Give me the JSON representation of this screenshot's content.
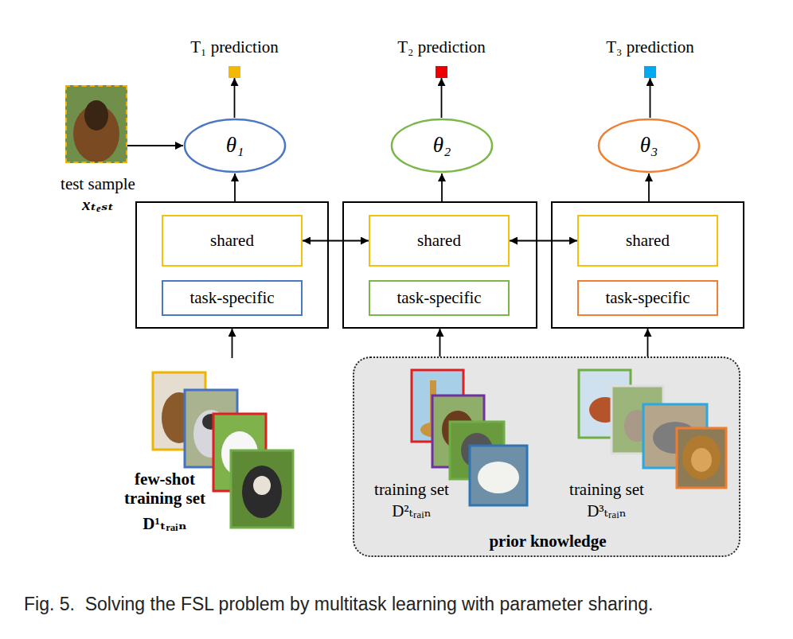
{
  "diagram": {
    "caption": "Fig. 5.  Solving the FSL problem by multitask learning with parameter sharing.",
    "nodes": [
      {
        "text": [
          "T₁ prediction"
        ]
      },
      {
        "text": [
          "T₂ prediction"
        ]
      },
      {
        "text": [
          "T₃ prediction"
        ]
      },
      {
        "text": [
          "test sample",
          "xₜₑₛₜ"
        ]
      },
      {
        "text": [
          "θ₁"
        ]
      },
      {
        "text": [
          "θ₂"
        ]
      },
      {
        "text": [
          "θ₃"
        ]
      },
      {
        "text": []
      },
      {
        "text": [
          "shared"
        ],
        "in": 7
      },
      {
        "text": [
          "task-specific"
        ],
        "in": 7
      },
      {
        "text": []
      },
      {
        "text": [
          "shared"
        ],
        "in": 10
      },
      {
        "text": [
          "task-specific"
        ],
        "in": 10
      },
      {
        "text": []
      },
      {
        "text": [
          "shared"
        ],
        "in": 13
      },
      {
        "text": [
          "task-specific"
        ],
        "in": 13
      },
      {
        "text": [
          "few-shot training set",
          "D¹ₜᵣₐᵢₙ"
        ]
      },
      {
        "text": [
          "prior knowledge"
        ]
      },
      {
        "text": [
          "training set",
          "D²ₜᵣₐᵢₙ"
        ],
        "in": 17
      },
      {
        "text": [
          "training set",
          "D³ₜᵣₐᵢₙ"
        ],
        "in": 17
      }
    ],
    "edges": [
      {
        "from": 7,
        "to": 4,
        "arrow": "to"
      },
      {
        "from": 10,
        "to": 5,
        "arrow": "to"
      },
      {
        "from": 13,
        "to": 6,
        "arrow": "to"
      },
      {
        "from": 4,
        "to": 0,
        "arrow": "to"
      },
      {
        "from": 5,
        "to": 1,
        "arrow": "to"
      },
      {
        "from": 6,
        "to": 2,
        "arrow": "to"
      },
      {
        "from": 3,
        "to": 4,
        "arrow": "to"
      },
      {
        "from": 8,
        "to": 11,
        "arrow": "both"
      },
      {
        "from": 11,
        "to": 14,
        "arrow": "both"
      },
      {
        "from": 16,
        "to": 7,
        "arrow": "to"
      },
      {
        "from": 17,
        "to": 10,
        "arrow": "to"
      },
      {
        "from": 17,
        "to": 13,
        "arrow": "to"
      }
    ]
  }
}
